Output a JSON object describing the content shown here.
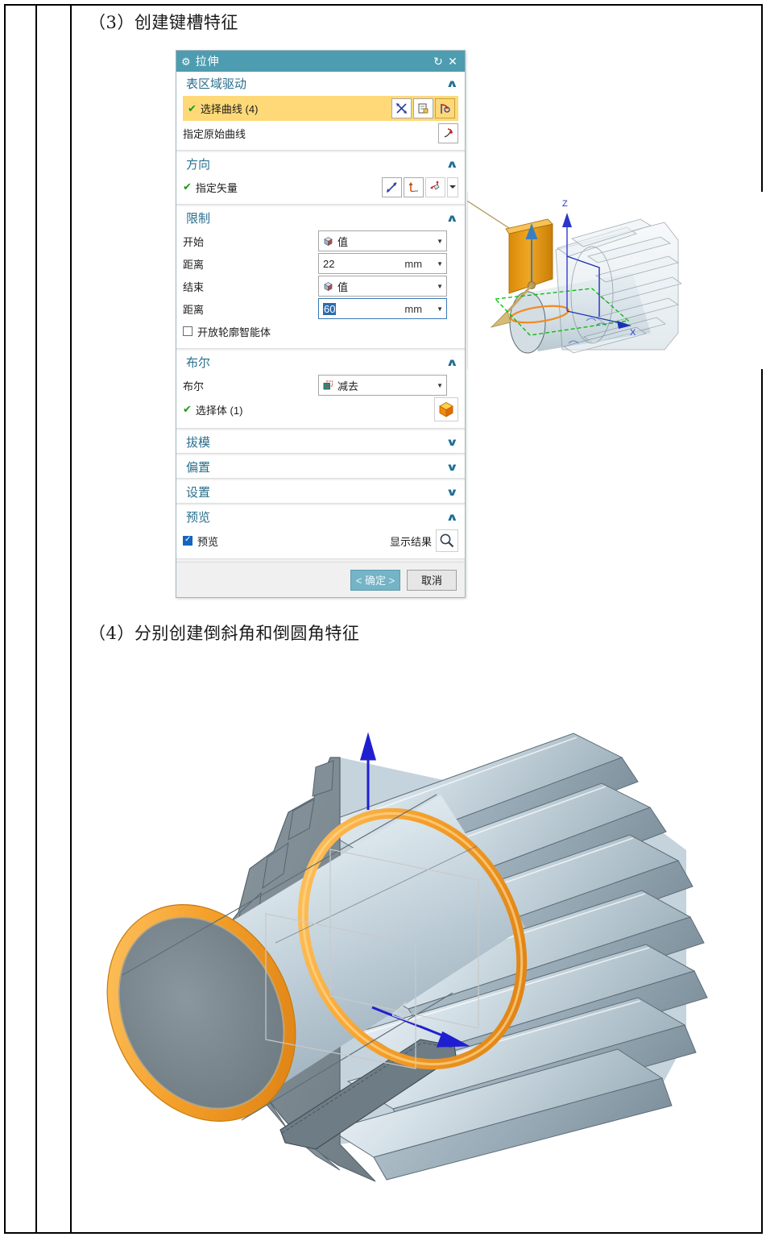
{
  "document": {
    "step3_text": "（3）创建键槽特征",
    "step4_text": "（4）分别创建倒斜角和倒圆角特征"
  },
  "dialog": {
    "title": "拉伸",
    "title_icon": "gear-icon",
    "reset_icon": "reset-icon",
    "close_icon": "close-icon",
    "sections": {
      "section_curve": {
        "title": "表区域驱动",
        "expanded": "∧",
        "select_curve_label": "选择曲线 (4)",
        "specify_origin_label": "指定原始曲线",
        "icons": [
          "intersect-icon",
          "sketch-icon",
          "curve-rule-icon",
          "origin-curve-icon"
        ]
      },
      "section_direction": {
        "title": "方向",
        "expanded": "∧",
        "specify_vector_label": "指定矢量",
        "icons": [
          "vector-inferred-icon",
          "vector-snap-icon",
          "vector-csys-icon",
          "dropdown-arrow-icon"
        ]
      },
      "section_limits": {
        "title": "限制",
        "expanded": "∧",
        "start_label": "开始",
        "start_value": "值",
        "start_distance_label": "距离",
        "start_distance_value": "22",
        "start_distance_unit": "mm",
        "end_label": "结束",
        "end_value": "值",
        "end_distance_label": "距离",
        "end_distance_value": "60",
        "end_distance_unit": "mm",
        "open_profile_label": "开放轮廓智能体",
        "open_profile_checked": false
      },
      "section_boolean": {
        "title": "布尔",
        "expanded": "∧",
        "boolean_label": "布尔",
        "boolean_value": "减去",
        "select_body_label": "选择体 (1)",
        "body_icon": "solid-body-icon"
      },
      "section_draft": {
        "title": "拔模",
        "expanded": "∨"
      },
      "section_offset": {
        "title": "偏置",
        "expanded": "∨"
      },
      "section_settings": {
        "title": "设置",
        "expanded": "∨"
      },
      "section_preview": {
        "title": "预览",
        "expanded": "∧",
        "preview_label": "预览",
        "preview_checked": true,
        "show_result_label": "显示结果",
        "show_result_icon": "magnifier-icon"
      }
    },
    "footer": {
      "ok_label": "< 确定 >",
      "cancel_label": "取消"
    }
  },
  "viewport_small": {
    "axis_z_label": "Z",
    "axis_x_label": "X",
    "extrude_block_color": "#e8960f",
    "gear_color": "#c9d7de",
    "axis_z_color": "#2b35c8",
    "axis_green_color": "#00c000"
  },
  "viewport_large": {
    "gear_body_color": "#b9ccd6",
    "gear_face_color": "#7e8b93",
    "chamfer_color": "#f0a030",
    "axis_color": "#1f1fd0"
  },
  "colors": {
    "dialog_header": "#4e9cb0",
    "section_title": "#2a6f8e",
    "highlight_row": "#ffd978",
    "ok_button": "#74b4c6",
    "check_green": "#169b16",
    "value_selected": "#2b6cb0"
  }
}
